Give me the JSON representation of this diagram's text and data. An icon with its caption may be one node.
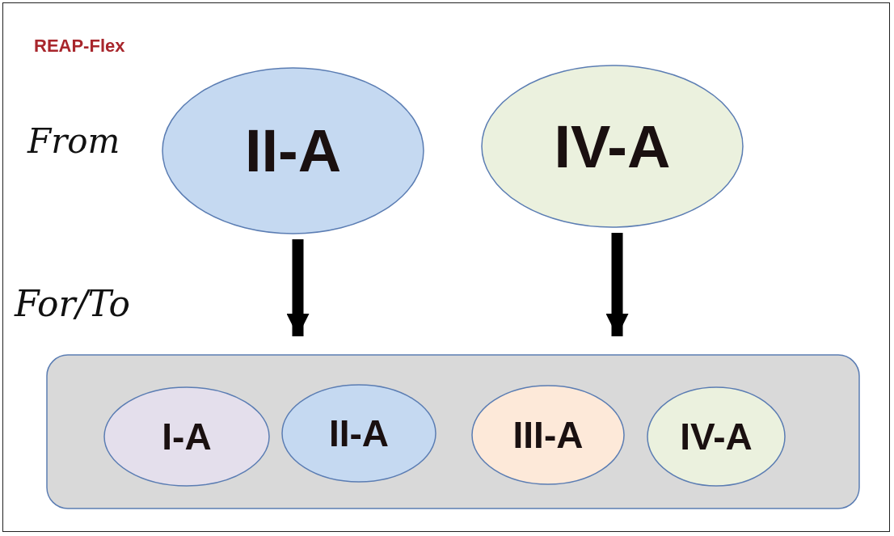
{
  "diagram": {
    "title": "REAP-Flex",
    "nodes": [
      {
        "text": [
          "II-A"
        ]
      },
      {
        "text": [
          "IV-A"
        ]
      },
      {
        "text": [],
        "shape": "box"
      },
      {
        "text": [
          "I-A"
        ],
        "in": 2
      },
      {
        "text": [
          "II-A"
        ],
        "in": 2
      },
      {
        "text": [
          "III-A"
        ],
        "in": 2
      },
      {
        "text": [
          "IV-A"
        ],
        "in": 2
      }
    ],
    "edges": [
      {
        "from": 0,
        "to": 2,
        "arrow": "to"
      },
      {
        "from": 1,
        "to": 2,
        "arrow": "to"
      }
    ],
    "labels": [
      "From",
      "For/To"
    ]
  }
}
